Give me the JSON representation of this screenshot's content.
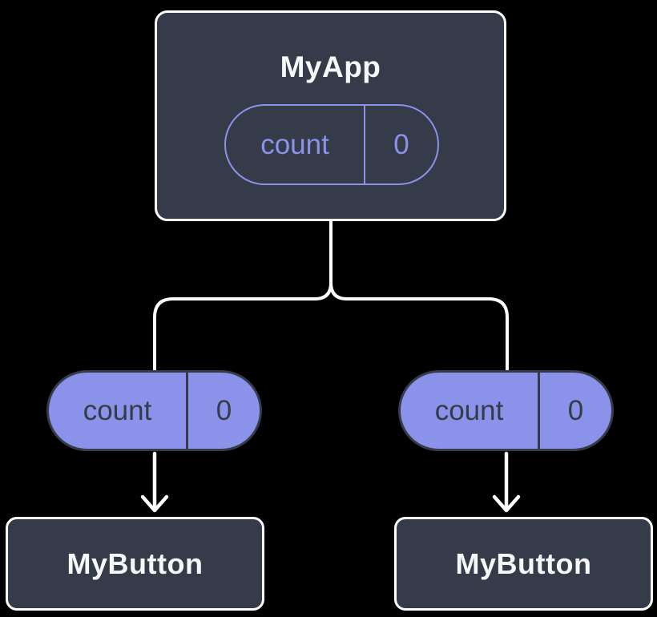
{
  "colors": {
    "background": "#000000",
    "node_fill": "#353B48",
    "node_border": "#FFFFFF",
    "accent_purple": "#8A92E9",
    "text_light": "#F6F7F9",
    "text_dark": "#353B48"
  },
  "root_node": {
    "title": "MyApp",
    "state_pill": {
      "name": "count",
      "value": "0"
    }
  },
  "prop_pills": [
    {
      "name": "count",
      "value": "0"
    },
    {
      "name": "count",
      "value": "0"
    }
  ],
  "child_nodes": [
    {
      "title": "MyButton"
    },
    {
      "title": "MyButton"
    }
  ]
}
